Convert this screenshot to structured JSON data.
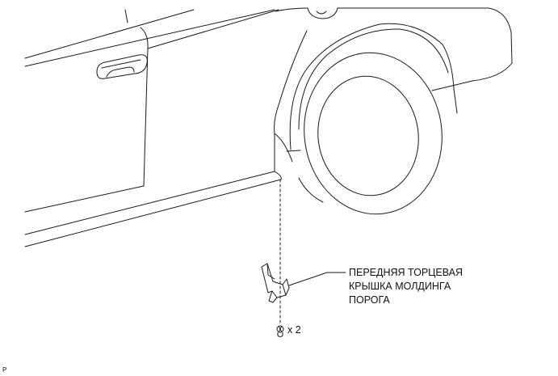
{
  "part_label": {
    "line1": "ПЕРЕДНЯЯ ТОРЦЕВАЯ",
    "line2": "КРЫШКА МОЛДИНГА",
    "line3": "ПОРОГА"
  },
  "quantity_label": "x 2",
  "figure_code": "P",
  "icons": {
    "clip": "clip-icon"
  },
  "colors": {
    "line": "#1a1a1a",
    "background": "#ffffff"
  }
}
